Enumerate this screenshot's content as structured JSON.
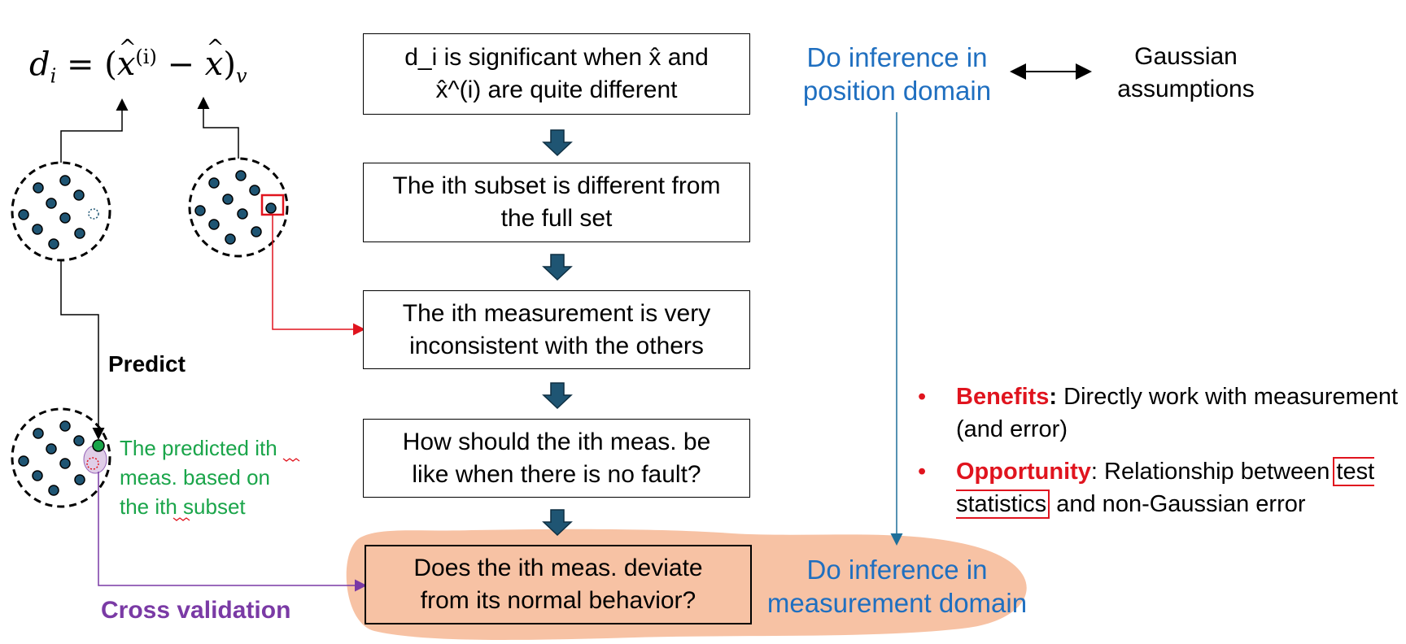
{
  "formula": {
    "lhs": "d",
    "lhs_sub": "i",
    "equals": "=",
    "open": "(",
    "x": "x",
    "sup": "(i)",
    "minus": "−",
    "x2": "x",
    "close": ")",
    "sub": "v"
  },
  "flow": {
    "box1": [
      "d_i is significant when x̂ and",
      "x̂^(i) are quite different"
    ],
    "box2": [
      "The ith subset is different from",
      "the full set"
    ],
    "box3": [
      "The ith measurement is very",
      "inconsistent with the others"
    ],
    "box4": [
      "How should the ith meas. be",
      "like when there is no fault?"
    ],
    "box5": [
      "Does the ith meas. deviate",
      "from its normal behavior?"
    ]
  },
  "left": {
    "predict": "Predict",
    "predicted_text": [
      "The predicted ith",
      "meas. based on",
      "the ith subset"
    ],
    "cross_validation": "Cross validation"
  },
  "right": {
    "position_domain": [
      "Do inference in",
      "position domain"
    ],
    "gaussian": [
      "Gaussian",
      "assumptions"
    ],
    "measurement_domain": [
      "Do inference in",
      "measurement domain"
    ],
    "bullets": [
      {
        "keyword": "Benefits",
        "sep": ":",
        "text": " Directly work with measurement (and error)"
      },
      {
        "keyword": "Opportunity",
        "sep": ":",
        "text_before": " Relationship between ",
        "boxed": "test statistics",
        "text_after": " and non-Gaussian error"
      }
    ]
  },
  "colors": {
    "arrow_fill": "#1f5573",
    "dot_fill": "#1f5573",
    "blue_text": "#1f6fc0",
    "red": "#e0141e",
    "green": "#1aa54a",
    "purple": "#7a3aa5",
    "highlight": "#f7c2a4"
  }
}
